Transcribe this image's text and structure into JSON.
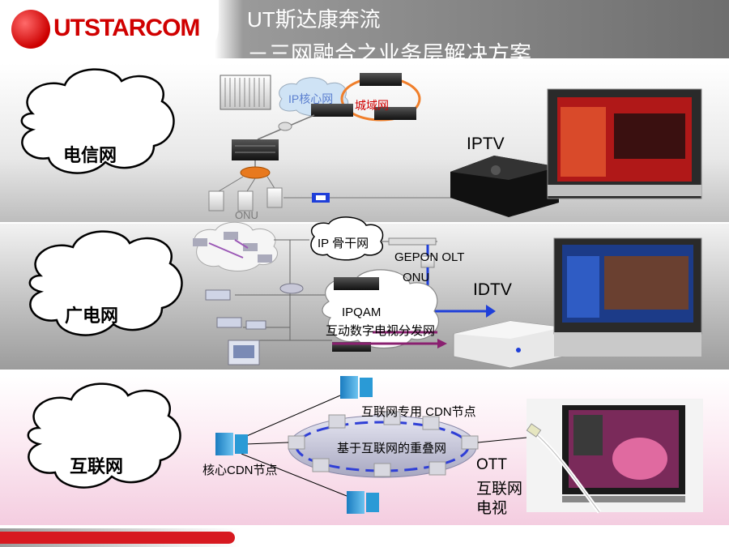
{
  "header": {
    "logo_text": "UTSTARCOM",
    "title_line1": "UT斯达康奔流",
    "title_line2": "－三网融合之业务层解决方案"
  },
  "sections": {
    "telecom": {
      "cloud_label": "电信网",
      "ip_core": "IP核心网",
      "metro": "城域网",
      "onu": "ONU",
      "service": "IPTV"
    },
    "broadcast": {
      "cloud_label": "广电网",
      "ip_backbone": "IP 骨干网",
      "gepon_olt": "GEPON OLT",
      "onu": "ONU",
      "ipqam": "IPQAM",
      "distribution_net": "互动数字电视分发网",
      "service": "IDTV"
    },
    "internet": {
      "cloud_label": "互联网",
      "dedicated_cdn": "互联网专用 CDN节点",
      "overlay_net": "基于互联网的重叠网",
      "core_cdn": "核心CDN节点",
      "service_ott": "OTT",
      "service_line1": "互联网",
      "service_line2": "电视"
    }
  },
  "colors": {
    "brand_red": "#d71920",
    "metro_ring": "#f07f2b",
    "overlay_ring": "#2f3fd6",
    "fiber_blue": "#1f3fd9"
  }
}
